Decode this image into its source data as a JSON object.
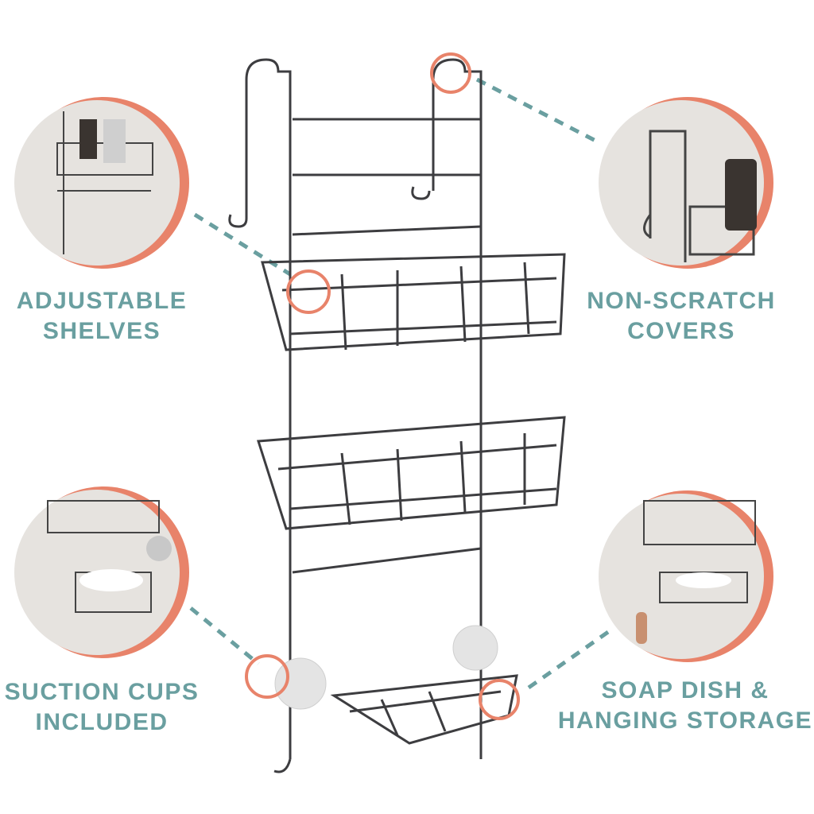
{
  "colors": {
    "accent_teal": "#6a9fa0",
    "accent_coral": "#e8836a",
    "rack": "#3d3d40"
  },
  "features": [
    {
      "line1": "ADJUSTABLE",
      "line2": "SHELVES"
    },
    {
      "line1": "NON-SCRATCH",
      "line2": "COVERS"
    },
    {
      "line1": "SUCTION CUPS",
      "line2": "INCLUDED"
    },
    {
      "line1": "SOAP DISH &",
      "line2": "HANGING STORAGE"
    }
  ]
}
